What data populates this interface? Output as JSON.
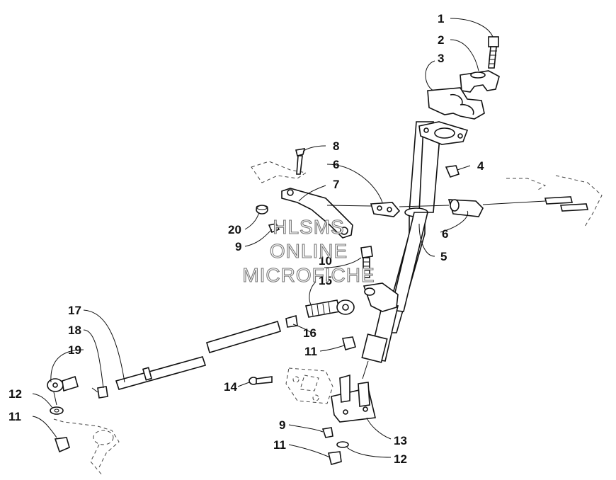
{
  "colors": {
    "line": "#111111",
    "watermark_stroke": "#777777",
    "background": "#ffffff"
  },
  "watermark": {
    "line1": "HLSMS",
    "line2": "ONLINE",
    "line3": "MICROFICHE"
  },
  "callouts": {
    "c1": "1",
    "c2": "2",
    "c3": "3",
    "c4": "4",
    "c5": "5",
    "c6a": "6",
    "c6b": "6",
    "c7": "7",
    "c8": "8",
    "c9a": "9",
    "c9b": "9",
    "c10": "10",
    "c11a": "11",
    "c11b": "11",
    "c11c": "11",
    "c12a": "12",
    "c12b": "12",
    "c13": "13",
    "c14": "14",
    "c15": "15",
    "c16": "16",
    "c17": "17",
    "c18": "18",
    "c19": "19",
    "c20": "20"
  }
}
